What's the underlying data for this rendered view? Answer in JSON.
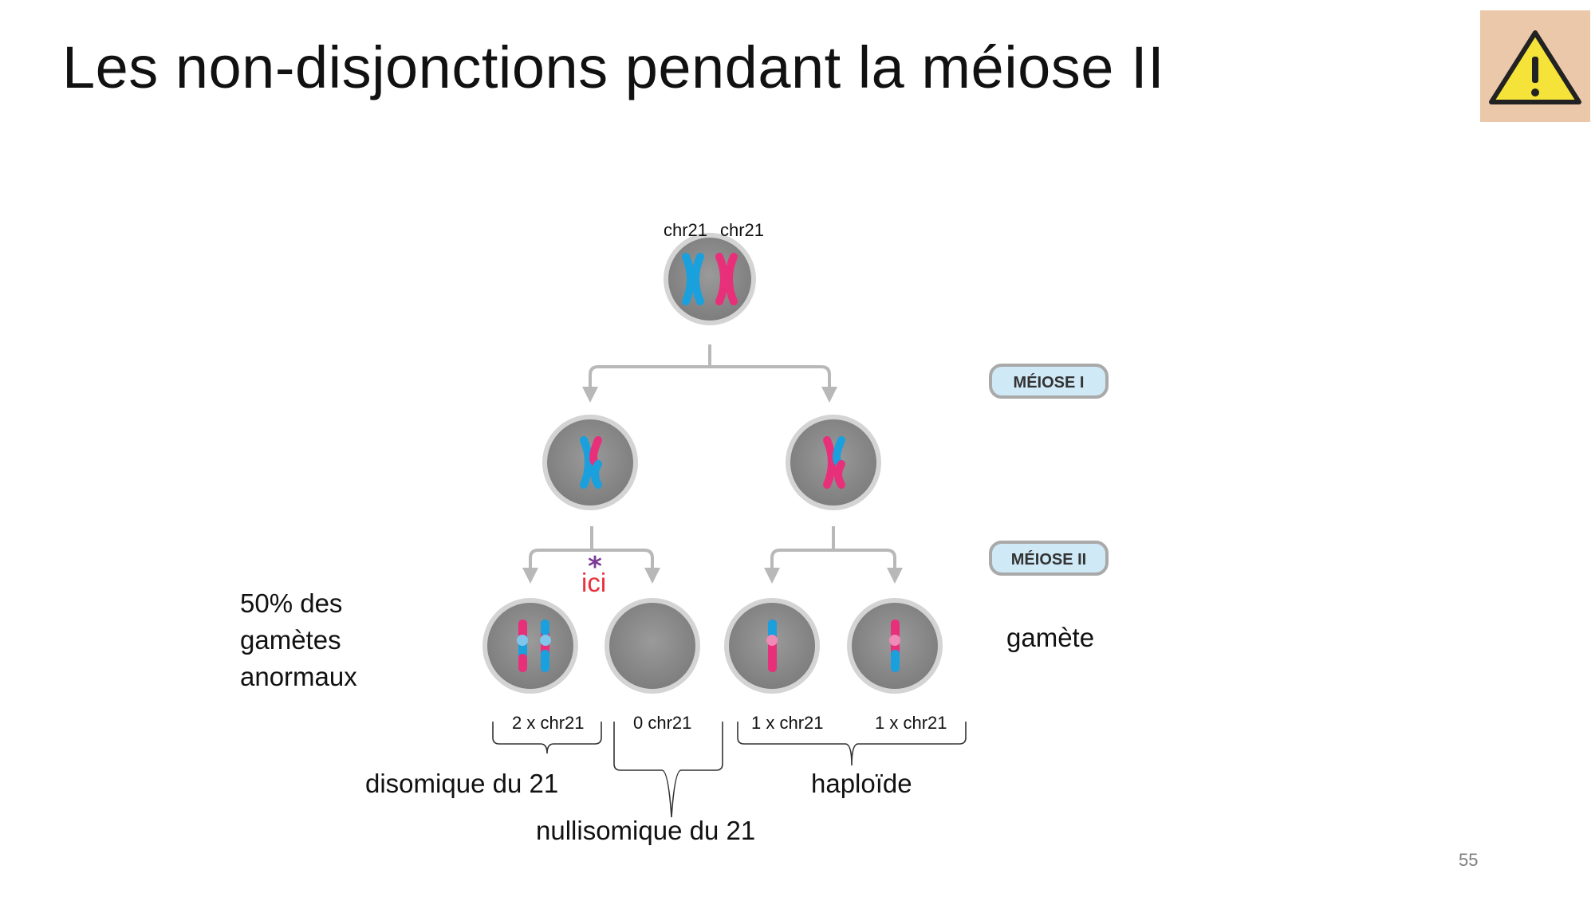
{
  "slide": {
    "title": "Les non-disjonctions pendant la méiose II",
    "page_number": "55",
    "warning_icon": "warning-triangle-icon"
  },
  "diagram": {
    "top_labels": [
      "chr21",
      "chr21"
    ],
    "phase_labels": [
      "MÉIOSE I",
      "MÉIOSE II"
    ],
    "error_marker": "*",
    "error_label": "ici",
    "side_note_lines": [
      "50% des",
      "gamètes",
      "anormaux"
    ],
    "gamete_label": "gamète",
    "gamete_counts": [
      "2 x chr21",
      "0 chr21",
      "1 x chr21",
      "1 x chr21"
    ],
    "groups": {
      "disomic": "disomique du 21",
      "nullisomic": "nullisomique du 21",
      "haploid": "haploïde"
    }
  },
  "colors": {
    "chromosome_blue": "#1aa0dc",
    "chromosome_pink": "#e8307a",
    "cell_fill": "#8d8d8d",
    "cell_rim": "#d4d4d4",
    "arrow": "#b8b8b8",
    "error_marker": "#7b3a96",
    "error_label": "#e8323c",
    "phase_badge_fill": "#cfe9f6",
    "warning_bg": "#ecc8aa",
    "warning_triangle": "#f5e33a"
  }
}
